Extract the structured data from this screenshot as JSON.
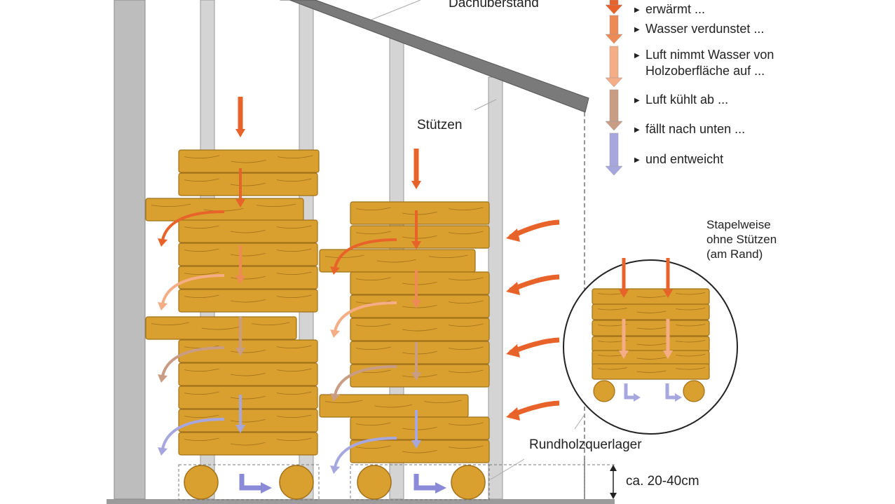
{
  "labels": {
    "roof_overhang": "Dachüberstand",
    "supports": "Stützen",
    "stack_without_supports": "Stapelweise\nohne Stützen\n(am Rand)",
    "round_log_bearer": "Rundholzquerlager",
    "clearance": "ca. 20-40cm"
  },
  "legend": [
    {
      "text": "erwärmt ...",
      "color": "#e8632a",
      "icon": "arrow-down-icon"
    },
    {
      "text": "Wasser verdunstet ...",
      "color": "#ee8a55",
      "icon": "arrow-down-icon"
    },
    {
      "text": "Luft nimmt Wasser von\nHolzoberfläche auf ...",
      "color": "#f4ad85",
      "icon": "arrow-down-icon"
    },
    {
      "text": "Luft kühlt ab ...",
      "color": "#c99c84",
      "icon": "arrow-down-icon"
    },
    {
      "text": "fällt nach unten ...",
      "color": "#c99c84",
      "icon": "arrow-down-icon"
    },
    {
      "text": "und entweicht",
      "color": "#a7a7e0",
      "icon": "arrow-down-icon"
    }
  ],
  "colors": {
    "wood": "#d9a030",
    "wood_dark": "#a0701a",
    "post": "#c8c8c8",
    "roof": "#777777",
    "warm_air": "#e8632a",
    "cool_air": "#a7a7e0"
  }
}
